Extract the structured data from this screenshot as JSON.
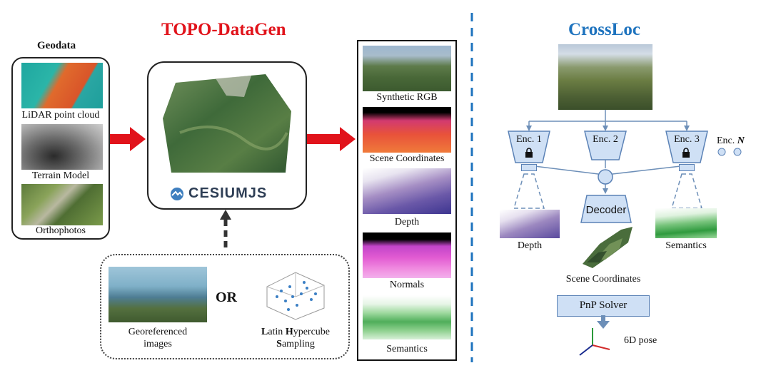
{
  "left": {
    "title": "TOPO-DataGen",
    "geodata": {
      "heading": "Geodata",
      "items": [
        "LiDAR point cloud",
        "Terrain Model",
        "Orthophotos"
      ]
    },
    "engine_logo": "CESIUMJS",
    "sources": {
      "option_a": [
        "Georeferenced",
        "images"
      ],
      "or_label": "OR",
      "option_b": [
        "Latin Hypercube",
        "Sampling"
      ]
    },
    "outputs": [
      "Synthetic RGB",
      "Scene Coordinates",
      "Depth",
      "Normals",
      "Semantics"
    ]
  },
  "right": {
    "title": "CrossLoc",
    "encoders": [
      "Enc. 1",
      "Enc. 2",
      "Enc. 3"
    ],
    "enc_n": "Enc. N",
    "decoder": "Decoder",
    "depth": "Depth",
    "semantics": "Semantics",
    "scene_coords": "Scene Coordinates",
    "solver": "PnP Solver",
    "pose": "6D pose"
  },
  "colors": {
    "red": "#e1131b",
    "blue": "#1e73be",
    "enc_fill": "#cfe0f5",
    "enc_stroke": "#5b82b6"
  }
}
